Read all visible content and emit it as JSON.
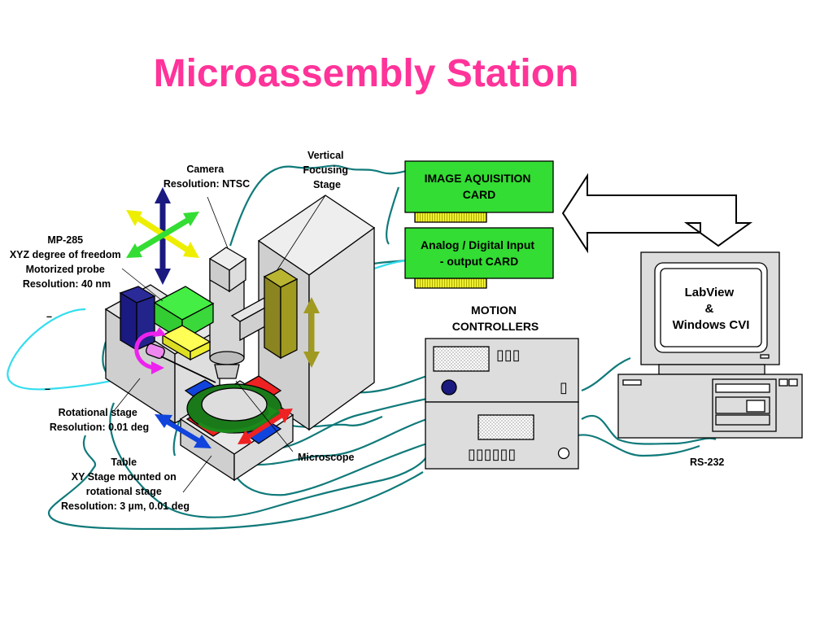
{
  "title": "Microassembly Station",
  "labels": {
    "camera": [
      "Camera",
      "Resolution: NTSC"
    ],
    "vertical_stage": [
      "Vertical",
      "Focusing",
      "Stage"
    ],
    "mp285": [
      "MP-285",
      "XYZ degree of freedom",
      "Motorized probe",
      "Resolution: 40 nm"
    ],
    "rotational_stage": [
      "Rotational stage",
      "Resolution: 0.01 deg"
    ],
    "table": [
      "Table",
      "XY Stage mounted on",
      "rotational stage",
      "Resolution: 3 µm, 0.01 deg"
    ],
    "microscope": "Microscope",
    "motion_controllers": [
      "MOTION",
      "CONTROLLERS"
    ],
    "rs232": "RS-232",
    "dash_1": "–",
    "dash_2": "–"
  },
  "cards": {
    "image_card": [
      "IMAGE AQUISITION",
      "CARD"
    ],
    "io_card": [
      "Analog / Digital Input",
      "- output CARD"
    ]
  },
  "computer": {
    "screen_text": [
      "LabView",
      "&",
      "Windows CVI"
    ]
  },
  "motion_controller": {
    "upper_buttons": [
      "▯▯▯"
    ],
    "upper_small": "▯",
    "lower_buttons": "▯▯▯▯▯▯"
  },
  "colors": {
    "title": "#ff3399",
    "card_green": "#33dd33",
    "card_pins": "#eeee33",
    "cable": "#117a7a",
    "cyan_cable": "#33ddee",
    "device_gray": "#dddddd",
    "arrow_navy": "#1a1a80",
    "arrow_green": "#33dd33",
    "arrow_yellow": "#eeee00",
    "arrow_blue": "#1144dd",
    "arrow_red": "#ee2222",
    "arrow_magenta": "#ee22ee",
    "arrow_olive": "#a09a20"
  },
  "icons": [
    "monitor-icon",
    "cpu-tower-icon",
    "bidirectional-arrow-icon"
  ]
}
